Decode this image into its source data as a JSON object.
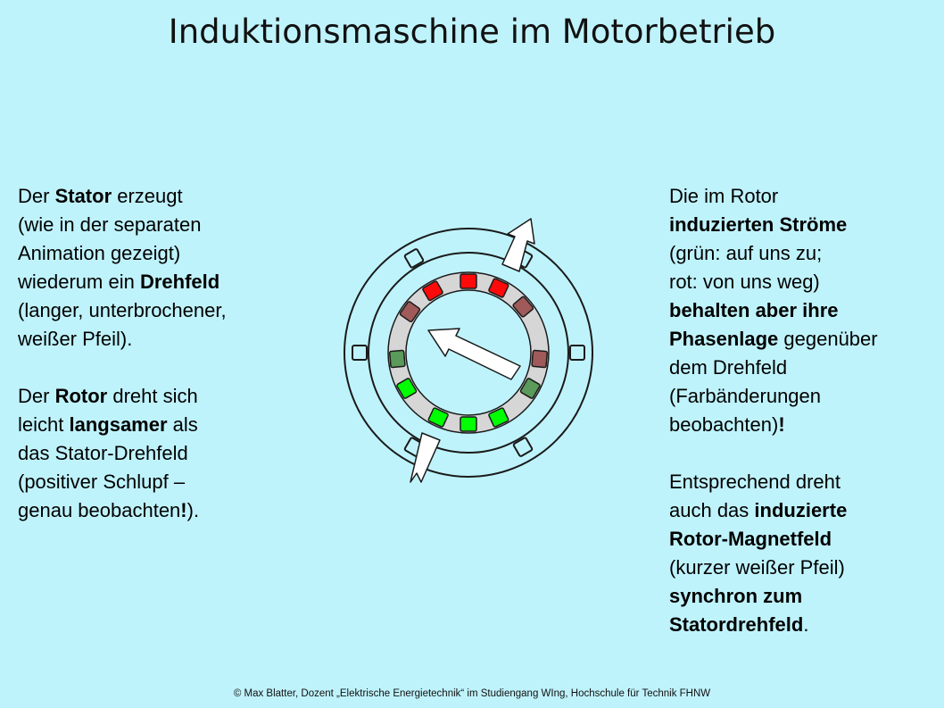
{
  "title": "Induktionsmaschine im Motorbetrieb",
  "left": {
    "p1": [
      {
        "t": "Der ",
        "b": false
      },
      {
        "t": "Stator",
        "b": true
      },
      {
        "t": " erzeugt",
        "b": false
      },
      {
        "br": true
      },
      {
        "t": "(wie in der separaten",
        "b": false
      },
      {
        "br": true
      },
      {
        "t": "Animation gezeigt)",
        "b": false
      },
      {
        "br": true
      },
      {
        "t": "wiederum ein ",
        "b": false
      },
      {
        "t": "Drehfeld",
        "b": true
      },
      {
        "br": true
      },
      {
        "t": "(langer, unterbrochener,",
        "b": false
      },
      {
        "br": true
      },
      {
        "t": "weißer Pfeil).",
        "b": false
      }
    ],
    "p2": [
      {
        "t": "Der ",
        "b": false
      },
      {
        "t": "Rotor",
        "b": true
      },
      {
        "t": " dreht sich",
        "b": false
      },
      {
        "br": true
      },
      {
        "t": "leicht ",
        "b": false
      },
      {
        "t": "langsamer",
        "b": true
      },
      {
        "t": " als",
        "b": false
      },
      {
        "br": true
      },
      {
        "t": "das Stator-Drehfeld",
        "b": false
      },
      {
        "br": true
      },
      {
        "t": "(positiver Schlupf –",
        "b": false
      },
      {
        "br": true
      },
      {
        "t": "genau beobachten",
        "b": false
      },
      {
        "t": "!",
        "b": true
      },
      {
        "t": ").",
        "b": false
      }
    ]
  },
  "right": {
    "p1": [
      {
        "t": "Die im Rotor",
        "b": false
      },
      {
        "br": true
      },
      {
        "t": "induzierten Ströme",
        "b": true
      },
      {
        "br": true
      },
      {
        "t": "(grün: auf uns zu;",
        "b": false
      },
      {
        "br": true
      },
      {
        "t": "rot: von uns weg)",
        "b": false
      },
      {
        "br": true
      },
      {
        "t": "behalten aber ihre",
        "b": true
      },
      {
        "br": true
      },
      {
        "t": "Phasenlage",
        "b": true
      },
      {
        "t": " gegenüber",
        "b": false
      },
      {
        "br": true
      },
      {
        "t": "dem Drehfeld",
        "b": false
      },
      {
        "br": true
      },
      {
        "t": "(Farbänderungen",
        "b": false
      },
      {
        "br": true
      },
      {
        "t": "beobachten)",
        "b": false
      },
      {
        "t": "!",
        "b": true
      }
    ],
    "p2": [
      {
        "t": "Entsprechend dreht",
        "b": false
      },
      {
        "br": true
      },
      {
        "t": "auch das ",
        "b": false
      },
      {
        "t": "induzierte",
        "b": true
      },
      {
        "br": true
      },
      {
        "t": "Rotor-Magnetfeld",
        "b": true
      },
      {
        "br": true
      },
      {
        "t": "(kurzer weißer Pfeil)",
        "b": false
      },
      {
        "br": true
      },
      {
        "t": "synchron zum",
        "b": true
      },
      {
        "br": true
      },
      {
        "t": "Statordrehfeld",
        "b": true
      },
      {
        "t": ".",
        "b": false
      }
    ]
  },
  "diagram": {
    "colors": {
      "frame": "#1a1a1a",
      "stator_fill": "#bff3fc",
      "ring": "#d6d6d6",
      "red": "#ff0a0a",
      "dark_red": "#a05a5a",
      "green": "#00ff00",
      "dark_green": "#5a9a5a",
      "arrow": "#ffffff"
    },
    "stator_slot_angles": [
      -60,
      0,
      60,
      120,
      180,
      240
    ],
    "rotor_bars": [
      {
        "angle": -90,
        "color": "red"
      },
      {
        "angle": -65,
        "color": "red"
      },
      {
        "angle": -40,
        "color": "dark_red"
      },
      {
        "angle": 5,
        "color": "dark_red"
      },
      {
        "angle": 30,
        "color": "dark_green"
      },
      {
        "angle": 65,
        "color": "green"
      },
      {
        "angle": 90,
        "color": "green"
      },
      {
        "angle": 115,
        "color": "green"
      },
      {
        "angle": 150,
        "color": "green"
      },
      {
        "angle": 175,
        "color": "dark_green"
      },
      {
        "angle": 215,
        "color": "dark_red"
      },
      {
        "angle": 240,
        "color": "red"
      }
    ]
  },
  "footer": "© Max Blatter, Dozent „Elektrische Energietechnik“ im Studiengang WIng, Hochschule für Technik FHNW"
}
